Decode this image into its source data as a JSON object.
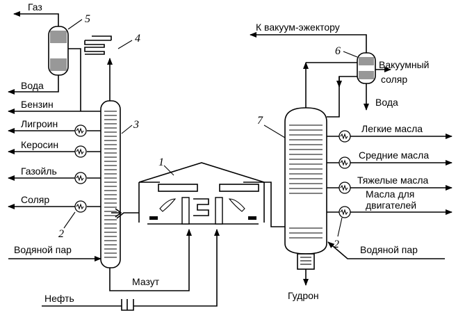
{
  "diagram": {
    "labels": {
      "gas": "Газ",
      "water_top": "Вода",
      "gasoline": "Бензин",
      "ligroin": "Лигроин",
      "kerosene": "Керосин",
      "gasoil": "Газойль",
      "solar": "Соляр",
      "steam_left": "Водяной пар",
      "mazut": "Мазут",
      "oil": "Нефть",
      "to_ejector": "К вакуум-эжектору",
      "vacuum_solar_1": "Вакуумный",
      "vacuum_solar_2": "соляр",
      "water_right": "Вода",
      "light_oils": "Легкие масла",
      "medium_oils": "Средние масла",
      "heavy_oils": "Тяжелые масла",
      "engine_oils_1": "Масла для",
      "engine_oils_2": "двигателей",
      "steam_right": "Водяной пар",
      "tar": "Гудрон"
    },
    "numbers": {
      "furnace": "1",
      "heat_exchanger_left": "2",
      "heat_exchanger_right": "2",
      "atm_column": "3",
      "condenser": "4",
      "separator": "5",
      "vac_separator": "6",
      "vac_column": "7"
    }
  }
}
